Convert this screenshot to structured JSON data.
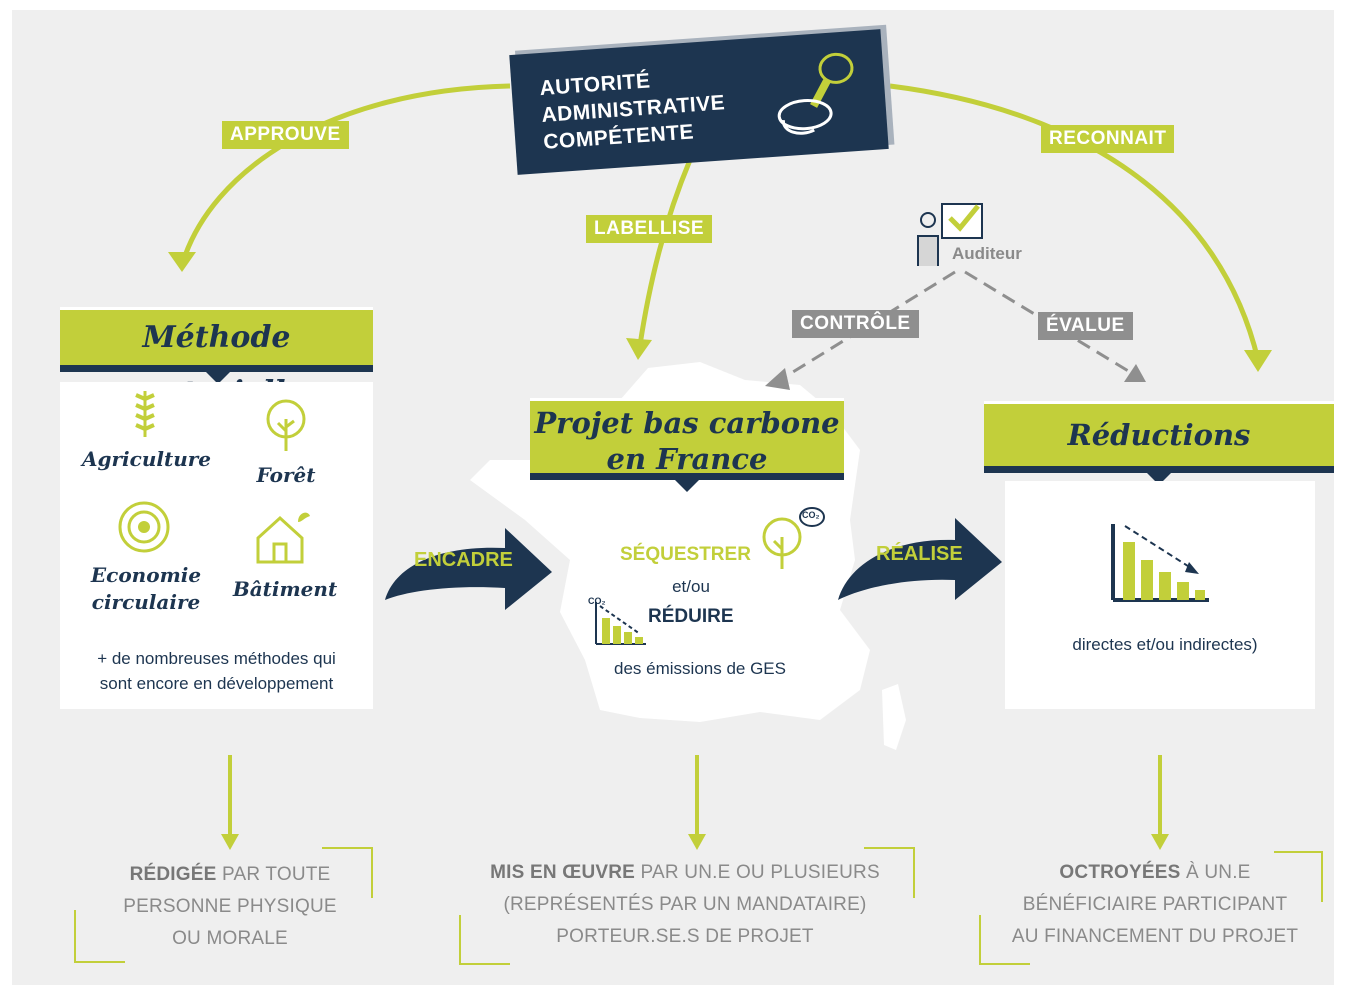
{
  "authority": {
    "line1": "AUTORITÉ",
    "line2": "ADMINISTRATIVE",
    "line3": "COMPÉTENTE"
  },
  "links": {
    "approuve": "APPROUVE",
    "labellise": "LABELLISE",
    "reconnait": "RECONNAIT",
    "controle": "CONTRÔLE",
    "evalue": "ÉVALUE",
    "encadre": "ENCADRE",
    "realise": "RÉALISE"
  },
  "auditor": {
    "label": "Auditeur"
  },
  "methode": {
    "title": "Méthode sectorielle",
    "sectors": [
      "Agriculture",
      "Forêt",
      "Economie",
      "circulaire",
      "Bâtiment"
    ],
    "note_line1": "+ de nombreuses méthodes qui",
    "note_line2": "sont encore en développement"
  },
  "projet": {
    "title_line1": "Projet bas carbone",
    "title_line2": "en France",
    "sequestrer": "SÉQUESTRER",
    "etou": "et/ou",
    "reduire": "RÉDUIRE",
    "ges": "des émissions de GES",
    "co2": "CO₂"
  },
  "reductions": {
    "title": "Réductions d'émissions",
    "text": "directes et/ou indirectes)"
  },
  "bottom": {
    "left": {
      "bold": "RÉDIGÉE",
      "rest1": " PAR TOUTE",
      "line2": "PERSONNE PHYSIQUE",
      "line3": "OU MORALE"
    },
    "center": {
      "bold": "MIS EN ŒUVRE",
      "rest1": " PAR UN.E OU PLUSIEURS",
      "line2": "(REPRÉSENTÉS PAR UN MANDATAIRE)",
      "line3": "PORTEUR.SE.S DE PROJET"
    },
    "right": {
      "bold": "OCTROYÉES",
      "rest1": " À UN.E",
      "line2": "BÉNÉFICIAIRE PARTICIPANT",
      "line3": "AU FINANCEMENT DU PROJET"
    }
  },
  "colors": {
    "green": "#c2cf3a",
    "navy": "#1d3550",
    "gray": "#8f8f8f",
    "background": "#efefef"
  }
}
